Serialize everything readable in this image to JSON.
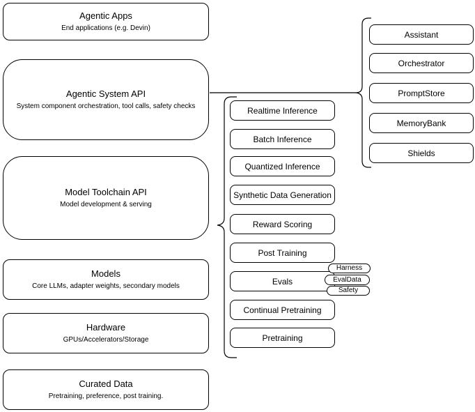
{
  "diagram": {
    "left_column": {
      "boxes": [
        {
          "title": "Agentic Apps",
          "subtitle": "End applications (e.g. Devin)"
        },
        {
          "title": "Agentic System API",
          "subtitle": "System component orchestration, tool calls, safety checks"
        },
        {
          "title": "Model Toolchain API",
          "subtitle": "Model development & serving"
        },
        {
          "title": "Models",
          "subtitle": "Core LLMs, adapter weights, secondary models"
        },
        {
          "title": "Hardware",
          "subtitle": "GPUs/Accelerators/Storage"
        },
        {
          "title": "Curated Data",
          "subtitle": "Pretraining, preference, post training."
        }
      ]
    },
    "toolchain_services": {
      "items": [
        "Realtime Inference",
        "Batch Inference",
        "Quantized Inference",
        "Synthetic Data Generation",
        "Reward Scoring",
        "Post Training",
        "Evals",
        "Continual Pretraining",
        "Pretraining"
      ],
      "evals_badges": [
        "Harness",
        "EvalData",
        "Safety"
      ]
    },
    "system_services": {
      "items": [
        "Assistant",
        "Orchestrator",
        "PromptStore",
        "MemoryBank",
        "Shields"
      ]
    },
    "colors": {
      "stroke": "#000000",
      "fill": "#ffffff"
    }
  }
}
